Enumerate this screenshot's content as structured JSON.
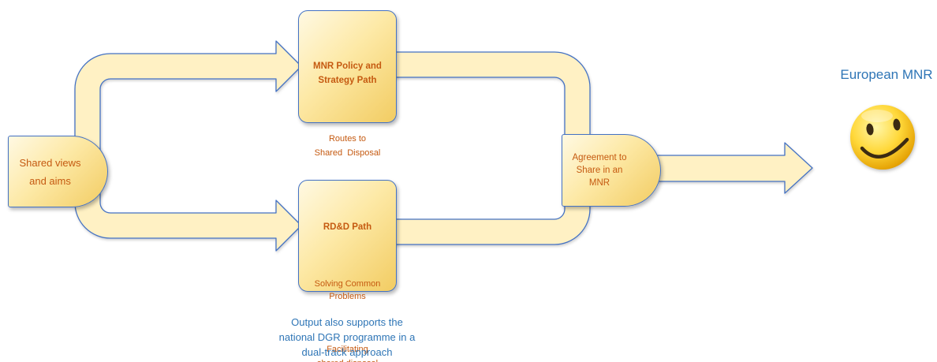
{
  "diagram": {
    "start": {
      "label": "Shared views\nand aims"
    },
    "policy_path": {
      "title": "MNR Policy and\nStrategy Path",
      "body": "Routes to\nShared  Disposal"
    },
    "rdd_path": {
      "title": "RD&D Path",
      "details": [
        "Solving Common\nProblems",
        "Facilitating\nshared disposal"
      ]
    },
    "agreement": {
      "label": "Agreement to\nShare in an\nMNR"
    },
    "goal": {
      "label": "European MNR",
      "icon": "smiley-face-icon"
    },
    "note": "Output also supports the\nnational DGR programme in a\ndual-track approach"
  },
  "colors": {
    "text_orange": "#C55A11",
    "label_blue": "#2E75B6",
    "band_fill": "#FFF1C4",
    "outline_blue": "#4472C4",
    "gold_light": "#FFF9E3",
    "gold_mid": "#FDE9A6",
    "gold_dark": "#F2CC62"
  }
}
